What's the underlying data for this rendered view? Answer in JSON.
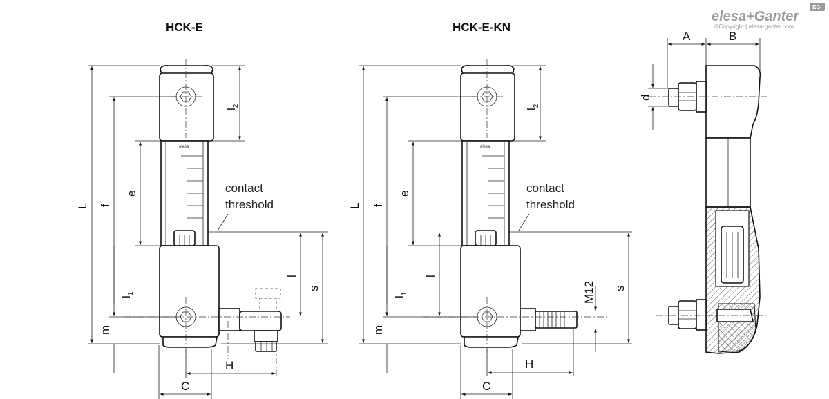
{
  "brand": {
    "name": "elesa+Ganter",
    "badge": "EG",
    "copyright": "©Copyright | elesa-ganter.com"
  },
  "views": {
    "hcke": {
      "title": "HCK-E"
    },
    "hckekn": {
      "title": "HCK-E-KN"
    },
    "side": {}
  },
  "labels": {
    "L": "L",
    "f": "f",
    "e": "e",
    "l": "l",
    "l1_main": "l",
    "l1_sub": "1",
    "l2_main": "l",
    "l2_sub": "2",
    "m": "m",
    "s": "s",
    "H": "H",
    "C": "C",
    "A": "A",
    "B": "B",
    "d": "d",
    "M12": "M12",
    "contact_line1": "contact",
    "contact_line2": "threshold",
    "body_marking": "elesa"
  },
  "colors": {
    "line": "#111111",
    "brand_grey": "#9a9a9a",
    "hatch": "#555555"
  }
}
